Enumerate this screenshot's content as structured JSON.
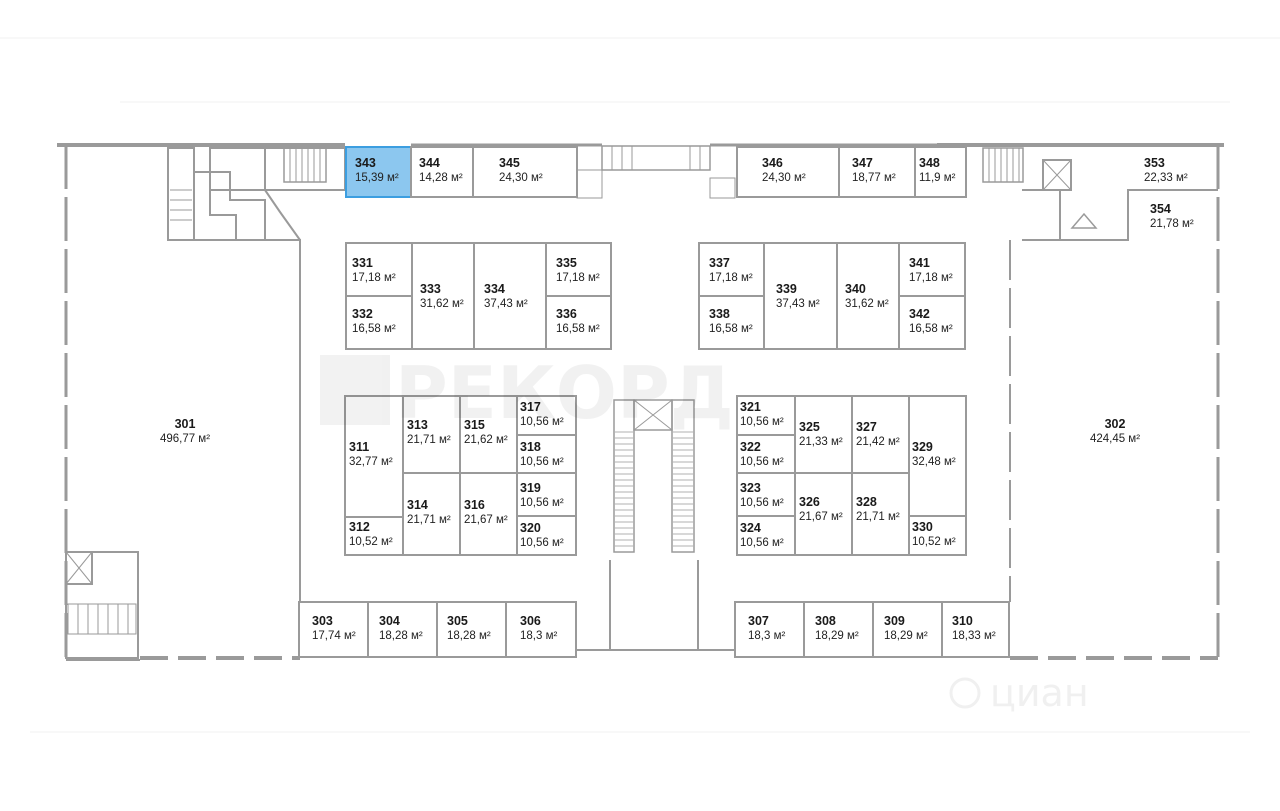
{
  "units": [
    {
      "num": "301",
      "area": "496,77 м²"
    },
    {
      "num": "302",
      "area": "424,45 м²"
    },
    {
      "num": "303",
      "area": "17,74 м²"
    },
    {
      "num": "304",
      "area": "18,28 м²"
    },
    {
      "num": "305",
      "area": "18,28 м²"
    },
    {
      "num": "306",
      "area": "18,3 м²"
    },
    {
      "num": "307",
      "area": "18,3 м²"
    },
    {
      "num": "308",
      "area": "18,29 м²"
    },
    {
      "num": "309",
      "area": "18,29 м²"
    },
    {
      "num": "310",
      "area": "18,33 м²"
    },
    {
      "num": "311",
      "area": "32,77 м²"
    },
    {
      "num": "312",
      "area": "10,52 м²"
    },
    {
      "num": "313",
      "area": "21,71 м²"
    },
    {
      "num": "314",
      "area": "21,71 м²"
    },
    {
      "num": "315",
      "area": "21,62 м²"
    },
    {
      "num": "316",
      "area": "21,67 м²"
    },
    {
      "num": "317",
      "area": "10,56 м²"
    },
    {
      "num": "318",
      "area": "10,56 м²"
    },
    {
      "num": "319",
      "area": "10,56 м²"
    },
    {
      "num": "320",
      "area": "10,56 м²"
    },
    {
      "num": "321",
      "area": "10,56 м²"
    },
    {
      "num": "322",
      "area": "10,56 м²"
    },
    {
      "num": "323",
      "area": "10,56 м²"
    },
    {
      "num": "324",
      "area": "10,56 м²"
    },
    {
      "num": "325",
      "area": "21,33 м²"
    },
    {
      "num": "326",
      "area": "21,67 м²"
    },
    {
      "num": "327",
      "area": "21,42 м²"
    },
    {
      "num": "328",
      "area": "21,71 м²"
    },
    {
      "num": "329",
      "area": "32,48 м²"
    },
    {
      "num": "330",
      "area": "10,52 м²"
    },
    {
      "num": "331",
      "area": "17,18 м²"
    },
    {
      "num": "332",
      "area": "16,58 м²"
    },
    {
      "num": "333",
      "area": "31,62 м²"
    },
    {
      "num": "334",
      "area": "37,43 м²"
    },
    {
      "num": "335",
      "area": "17,18 м²"
    },
    {
      "num": "336",
      "area": "16,58 м²"
    },
    {
      "num": "337",
      "area": "17,18 м²"
    },
    {
      "num": "338",
      "area": "16,58 м²"
    },
    {
      "num": "339",
      "area": "37,43 м²"
    },
    {
      "num": "340",
      "area": "31,62 м²"
    },
    {
      "num": "341",
      "area": "17,18 м²"
    },
    {
      "num": "342",
      "area": "16,58 м²"
    },
    {
      "num": "343",
      "area": "15,39 м²",
      "highlight": true
    },
    {
      "num": "344",
      "area": "14,28 м²"
    },
    {
      "num": "345",
      "area": "24,30 м²"
    },
    {
      "num": "346",
      "area": "24,30 м²"
    },
    {
      "num": "347",
      "area": "18,77 м²"
    },
    {
      "num": "348",
      "area": "11,9 м²"
    },
    {
      "num": "353",
      "area": "22,33 м²"
    },
    {
      "num": "354",
      "area": "21,78 м²"
    }
  ],
  "watermark": {
    "brand": "РЕКОРД",
    "source": "циан"
  },
  "colors": {
    "wall": "#9a9a9a",
    "highlight_fill": "#8cc7ef",
    "highlight_stroke": "#3c9ee0",
    "highlight_text": "#1d6fb0"
  }
}
